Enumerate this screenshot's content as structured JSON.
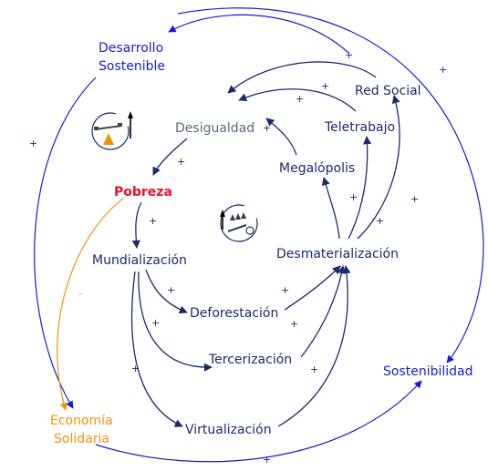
{
  "nodes": {
    "desarrollo_sostenible": [
      "Desarrollo",
      "Sostenible"
    ],
    "desigualdad": "Desigualdad",
    "red_social": "Red Social",
    "teletrabajo": "Teletrabajo",
    "megalopolis": "Megalópolis",
    "pobreza": "Pobreza",
    "mundializacion": "Mundialización",
    "desmaterializacion": "Desmaterialización",
    "deforestacion": "Deforestación",
    "tercerizacion": "Tercerización",
    "virtualizacion": "Virtualización",
    "economia_solidaria": [
      "Economía",
      "Solidaria"
    ],
    "sostenibilidad": "Sostenibilidad"
  },
  "polarity": {
    "positive": "+",
    "negative": "-"
  },
  "loop_icons": [
    "balance-loop-icon",
    "reinforcing-loop-icon"
  ],
  "colors": {
    "navy": "#1a2a6c",
    "blue": "#1a1ad6",
    "grey": "#5a6a7a",
    "orange": "#f0930a",
    "red": "#e8112d"
  }
}
